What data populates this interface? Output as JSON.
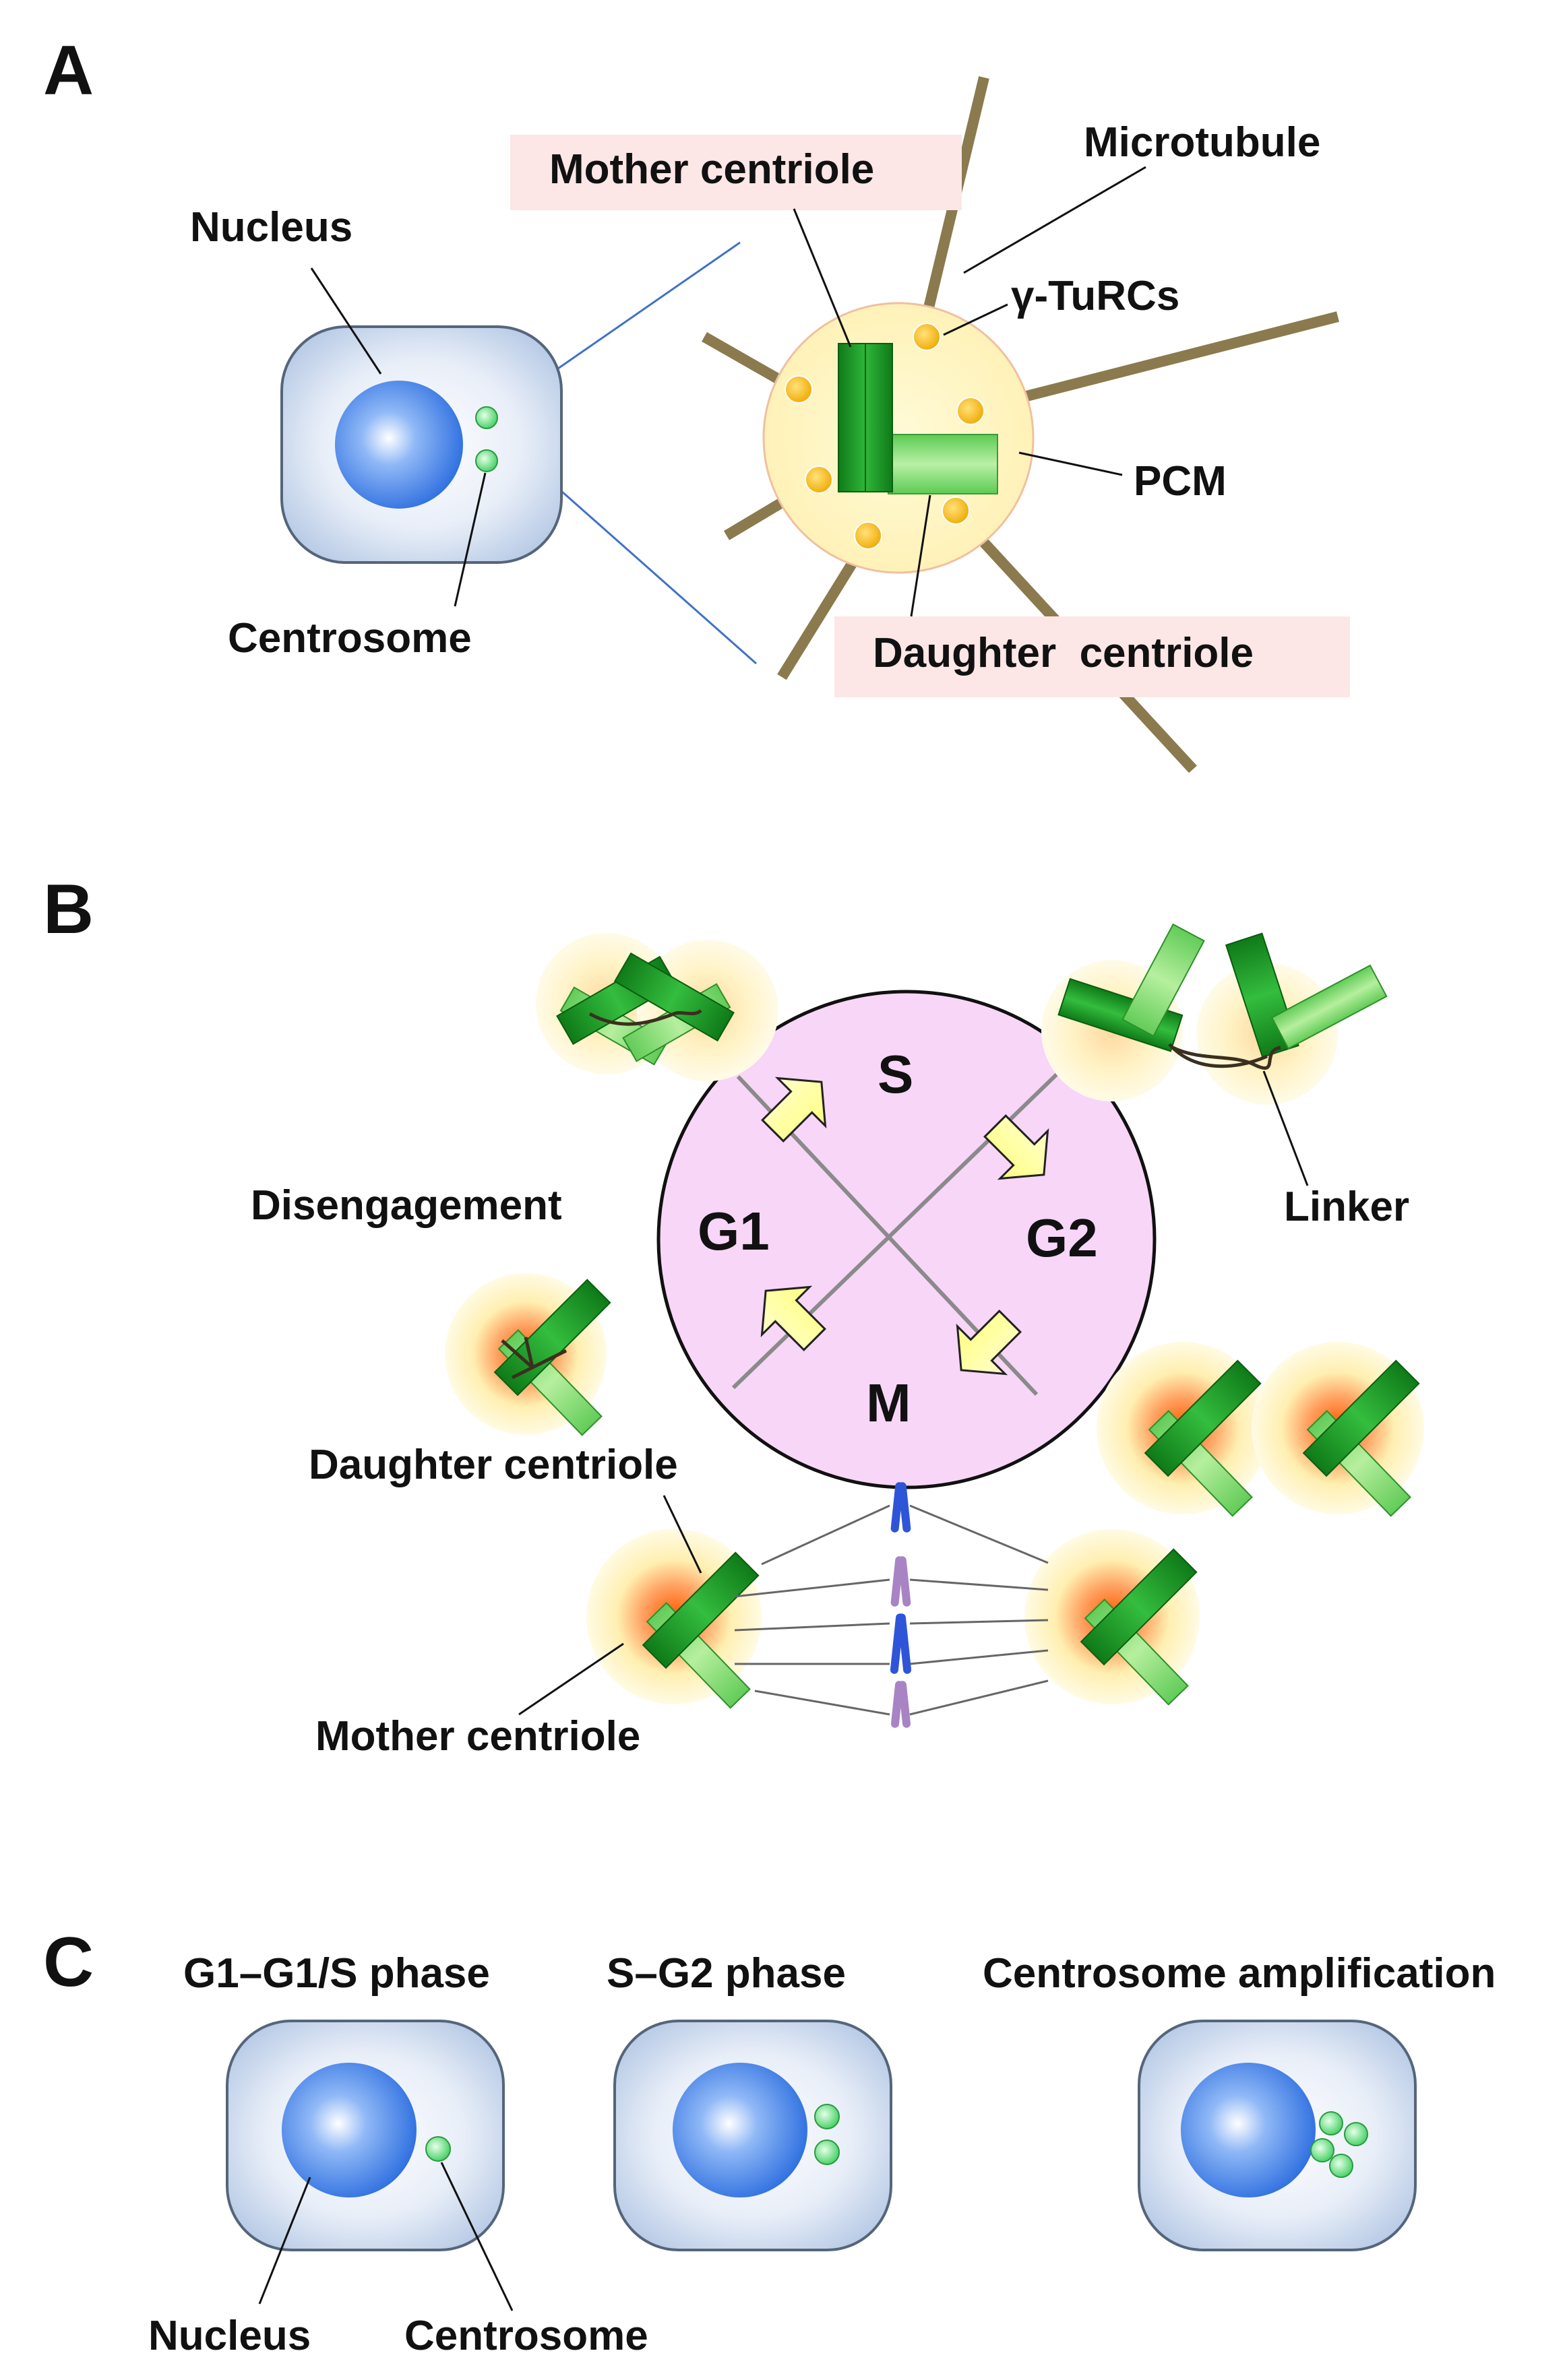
{
  "panels": {
    "a": {
      "letter": "A",
      "labels": {
        "nucleus": "Nucleus",
        "centrosome": "Centrosome",
        "mother_centriole": "Mother centriole",
        "microtubule": "Microtubule",
        "gamma_turcs": "γ-TuRCs",
        "pcm": "PCM",
        "daughter_centriole": "Daughter  centriole"
      }
    },
    "b": {
      "letter": "B",
      "phases": {
        "s": "S",
        "g2": "G2",
        "m": "M",
        "g1": "G1"
      },
      "labels": {
        "disengagement": "Disengagement",
        "linker": "Linker",
        "daughter_centriole": "Daughter centriole",
        "mother_centriole": "Mother centriole"
      }
    },
    "c": {
      "letter": "C",
      "cells": [
        {
          "title": "G1–G1/S phase"
        },
        {
          "title": "S–G2 phase"
        },
        {
          "title": "Centrosome amplification"
        }
      ],
      "labels": {
        "nucleus": "Nucleus",
        "centrosome": "Centrosome"
      }
    }
  },
  "colors": {
    "cell_fill": "#c6d6ec",
    "nucleus": "#3f7fe8",
    "centrosome": "#57e07a",
    "centriole_dark": "#1e9e28",
    "centriole_light": "#8ee07c",
    "pcm": "#fff7c8",
    "gamma_turc": "#f5b400",
    "microtubule": "#8a7a4e",
    "cycle_circle": "#f8d6f8",
    "arrow": "#ffff99",
    "label_highlight": "#fde6e6"
  }
}
